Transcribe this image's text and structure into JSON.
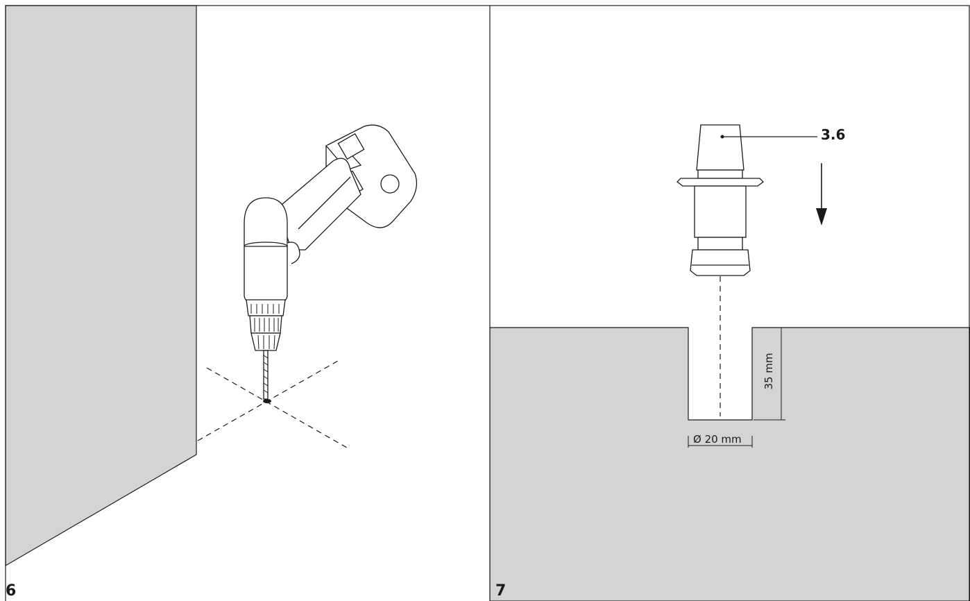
{
  "steps": [
    {
      "number": "6"
    },
    {
      "number": "7",
      "part_label": "3.6",
      "diameter_label": "Ø 20 mm",
      "depth_label": "35 mm"
    }
  ],
  "colors": {
    "wall_fill": "#d4d4d6",
    "line": "#1a1a1a"
  },
  "icons": {
    "tool": "cordless-drill-icon",
    "part": "anchor-sleeve-icon"
  }
}
